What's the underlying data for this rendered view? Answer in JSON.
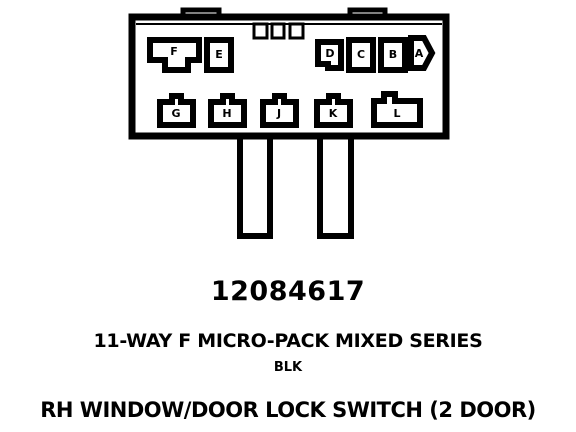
{
  "connector": {
    "cavities": [
      "F",
      "E",
      "D",
      "C",
      "B",
      "A",
      "G",
      "H",
      "J",
      "K",
      "L"
    ]
  },
  "captions": {
    "part_number": "12084617",
    "series": "11-WAY F MICRO-PACK MIXED SERIES",
    "color_code": "BLK",
    "usage": "RH WINDOW/DOOR LOCK SWITCH (2 DOOR)"
  },
  "colors": {
    "ink": "#000000",
    "paper": "#ffffff"
  }
}
